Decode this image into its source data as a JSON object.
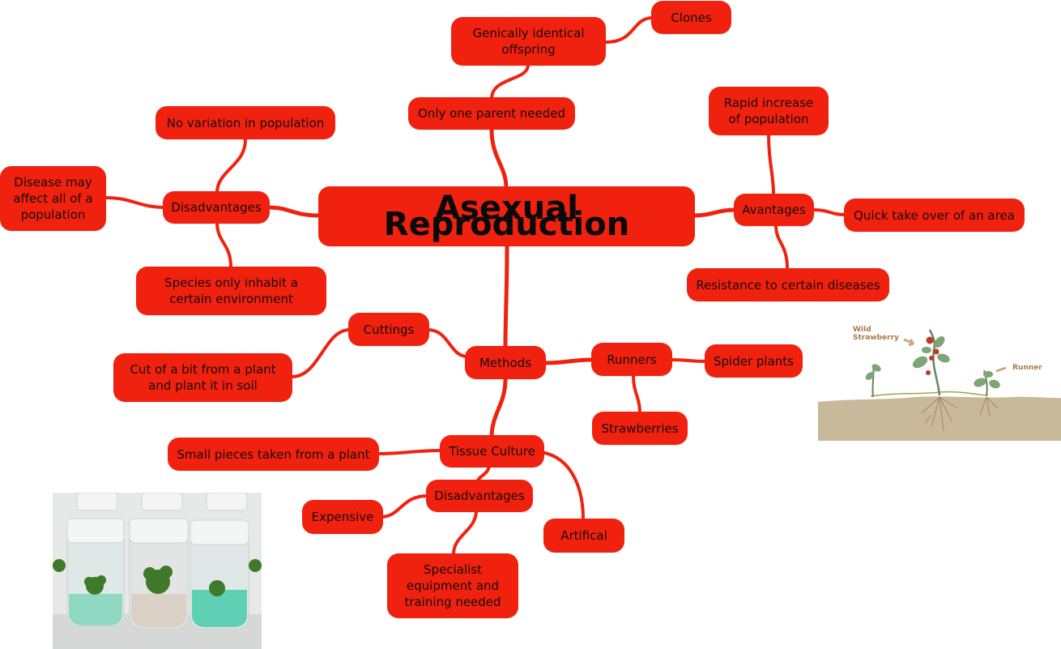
{
  "title": "Asexual Reproduction",
  "colors": {
    "node_fill": "#f0220f",
    "link": "#f0220f",
    "text": "#1a0a08",
    "soil": "#c8b99a"
  },
  "branches": {
    "top": {
      "only_one_parent": "Only one parent needed",
      "identical_offspring": "Genically identical offspring",
      "clones": "Clones"
    },
    "disadvantages": {
      "label": "Disadvantages",
      "no_variation": "No variation in population",
      "disease": "Disease may affect all of a population",
      "environment": "Species only inhabit a certain environment"
    },
    "advantages": {
      "label": "Avantages",
      "rapid_increase": "Rapid increase of population",
      "quick_takeover": "Quick take over of an area",
      "resistance": "Resistance to certain diseases"
    },
    "methods": {
      "label": "Methods",
      "cuttings": "Cuttings",
      "cuttings_desc": "Cut of a bit from a plant and plant it in soil",
      "runners": "Runners",
      "spider_plants": "Spider plants",
      "strawberries": "Strawberries",
      "tissue_culture": "Tissue Culture",
      "small_pieces": "Small pieces taken from a plant",
      "tc_disadvantages": "Disadvantages",
      "expensive": "Expensive",
      "specialist": "Specialist equipment and training needed",
      "artifical": "Artifical"
    }
  },
  "images": {
    "strawberry": {
      "label_wild": "Wild Strawberry",
      "label_runner": "Runner"
    },
    "tissue_culture_photo": "tissue-culture-jars"
  }
}
